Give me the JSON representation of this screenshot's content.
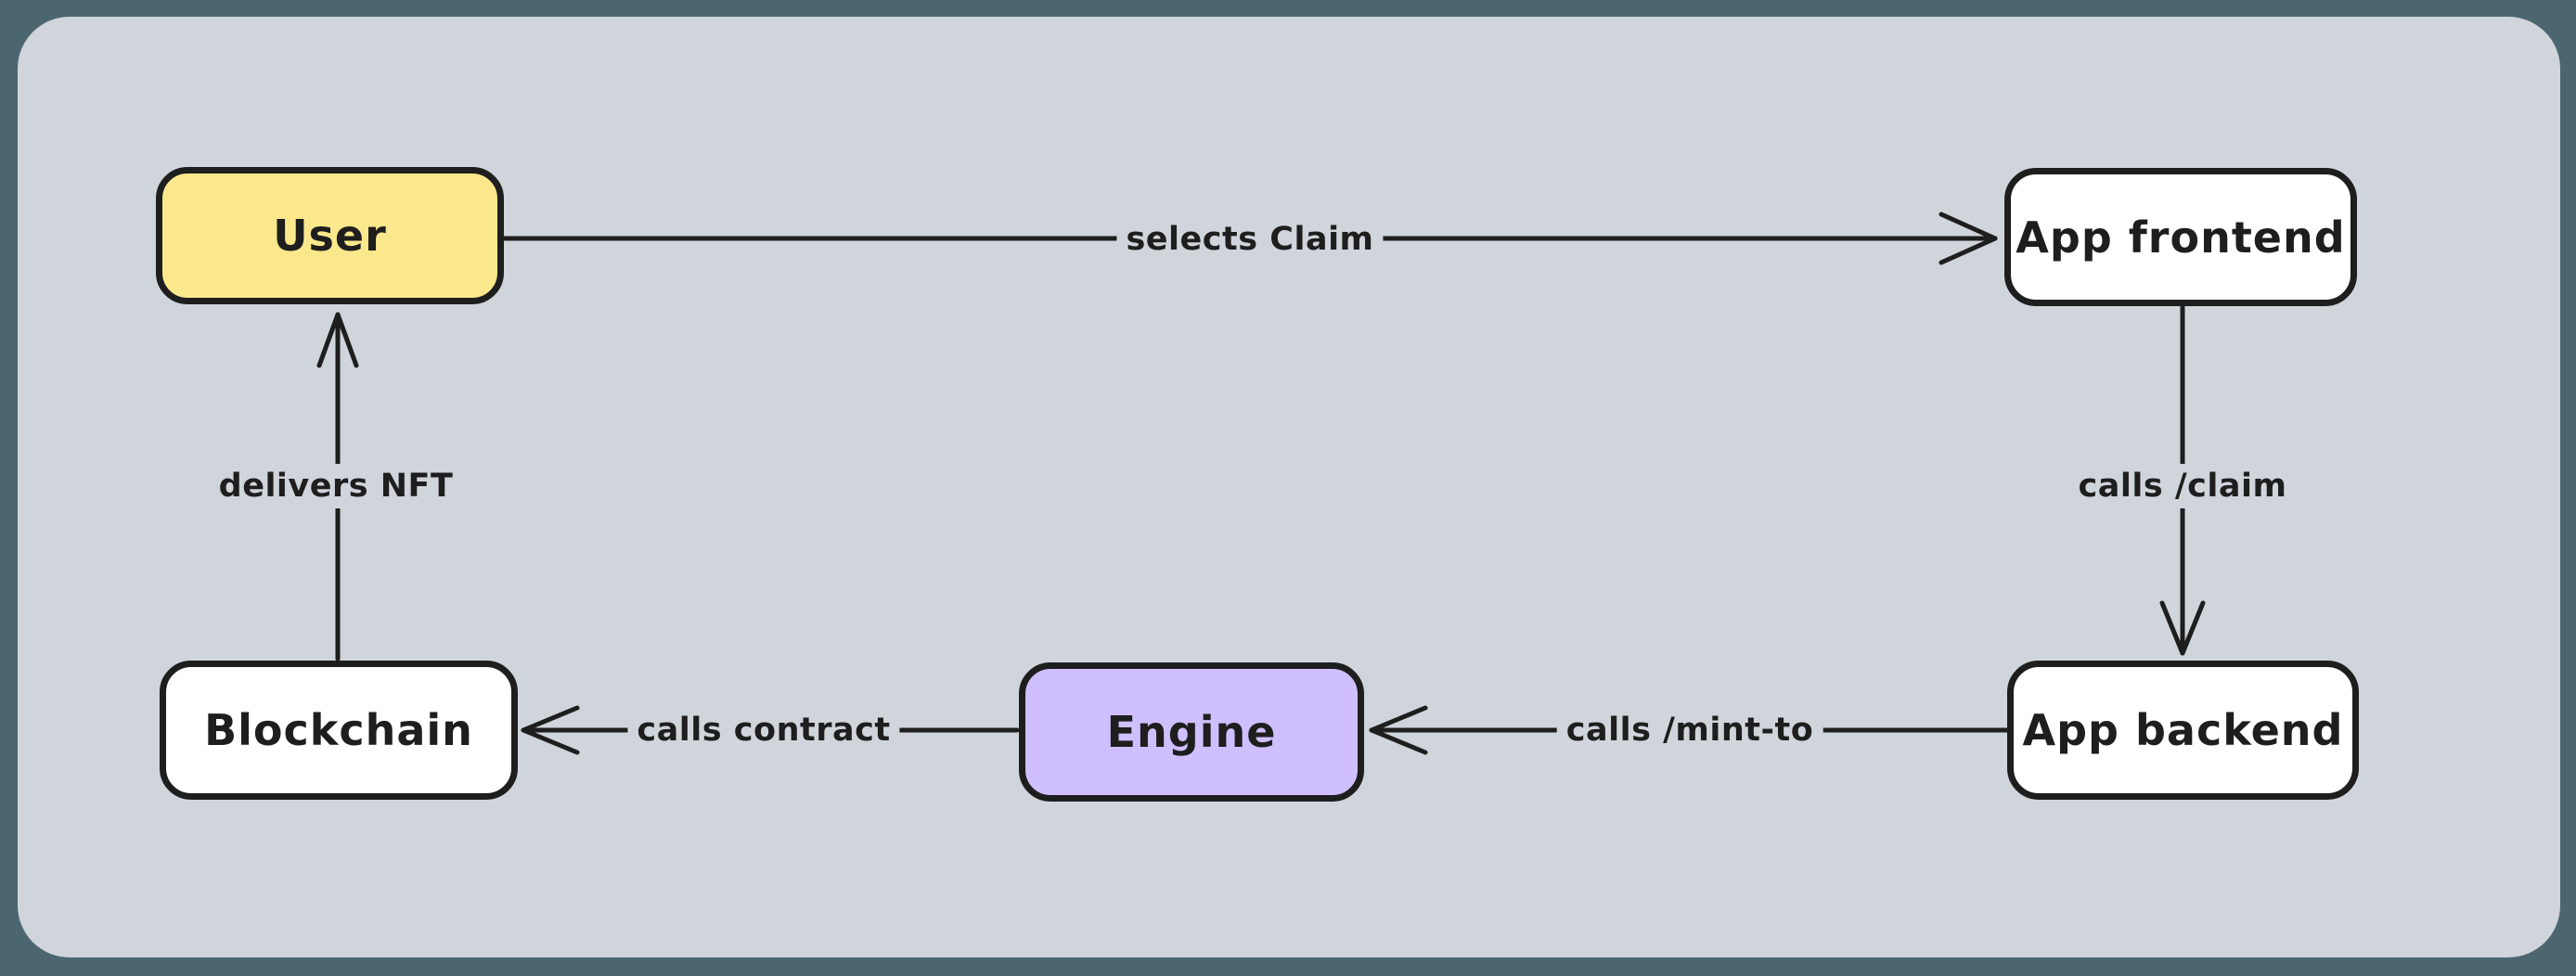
{
  "diagram": {
    "frame_color": "#4c6670",
    "canvas_color": "#d0d4db",
    "stroke_color": "#1e1e1e",
    "nodes": [
      {
        "id": "user",
        "label": "User",
        "fill": "#fce88c"
      },
      {
        "id": "app-frontend",
        "label": "App frontend",
        "fill": "#ffffff"
      },
      {
        "id": "app-backend",
        "label": "App backend",
        "fill": "#ffffff"
      },
      {
        "id": "engine",
        "label": "Engine",
        "fill": "#d0bfff"
      },
      {
        "id": "blockchain",
        "label": "Blockchain",
        "fill": "#ffffff"
      }
    ],
    "edges": [
      {
        "from": "User",
        "to": "App frontend",
        "label": "selects Claim"
      },
      {
        "from": "App frontend",
        "to": "App backend",
        "label": "calls /claim"
      },
      {
        "from": "App backend",
        "to": "Engine",
        "label": "calls /mint-to"
      },
      {
        "from": "Engine",
        "to": "Blockchain",
        "label": "calls contract"
      },
      {
        "from": "Blockchain",
        "to": "User",
        "label": "delivers NFT"
      }
    ]
  }
}
